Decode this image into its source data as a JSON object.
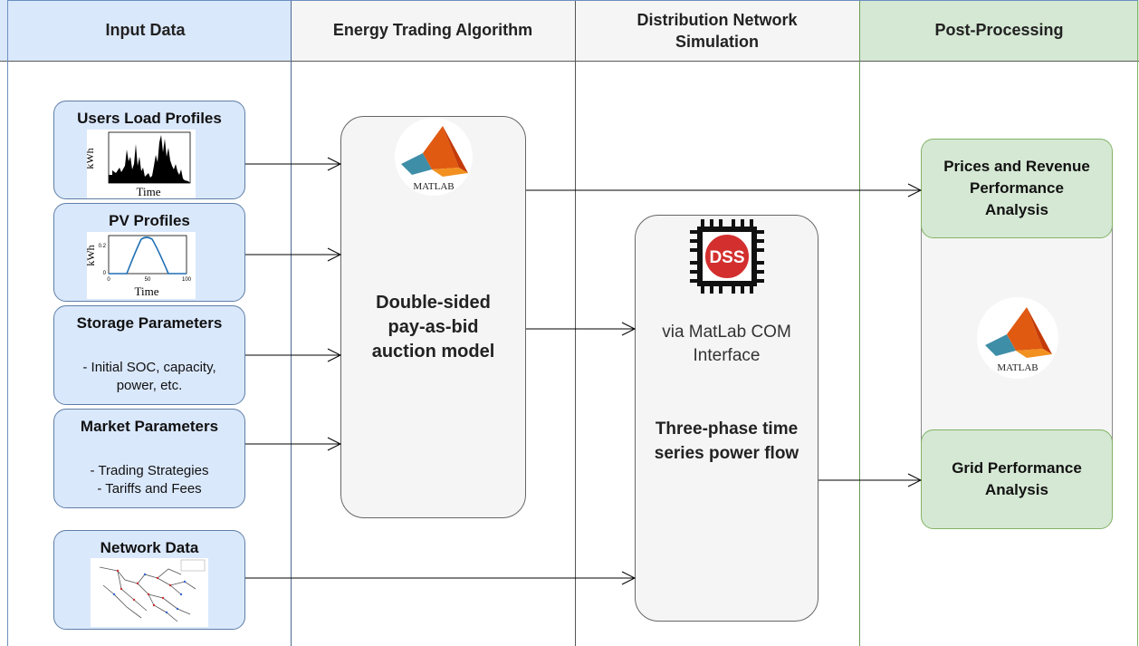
{
  "lanes": [
    {
      "title": "Input Data",
      "bg": "#dae8fc"
    },
    {
      "title": "Energy Trading Algorithm",
      "bg": "#f5f5f5"
    },
    {
      "title": "Distribution Network Simulation",
      "bg": "#f5f5f5"
    },
    {
      "title": "Post-Processing",
      "bg": "#d5e8d4"
    }
  ],
  "inputs": {
    "load": {
      "title": "Users Load Profiles",
      "ylabel": "kWh",
      "xlabel": "Time"
    },
    "pv": {
      "title": "PV Profiles",
      "ylabel": "kWh",
      "xlabel": "Time",
      "ytick": "0.2",
      "yzero": "0",
      "xticks": [
        "0",
        "50",
        "100"
      ]
    },
    "storage": {
      "title": "Storage Parameters",
      "line1": "- Initial SOC, capacity,",
      "line2": "power, etc."
    },
    "market": {
      "title": "Market Parameters",
      "line1": "- Trading Strategies",
      "line2": "- Tariffs and Fees"
    },
    "network": {
      "title": "Network Data"
    }
  },
  "algorithm": {
    "line1": "Double-sided",
    "line2": "pay-as-bid",
    "line3": "auction model",
    "logo": "MATLAB"
  },
  "simulation": {
    "logo": "DSS",
    "line1": "via MatLab COM",
    "line2": "Interface",
    "line3": "Three-phase time",
    "line4": "series power flow"
  },
  "post": {
    "prices": {
      "line1": "Prices and Revenue",
      "line2": "Performance",
      "line3": "Analysis"
    },
    "grid": {
      "line1": "Grid Performance",
      "line2": "Analysis"
    },
    "logo": "MATLAB"
  },
  "colors": {
    "blue_fill": "#dae8fc",
    "blue_stroke": "#6c8ebf",
    "green_fill": "#d5e8d4",
    "green_stroke": "#82b366",
    "gray_fill": "#f5f5f5"
  }
}
